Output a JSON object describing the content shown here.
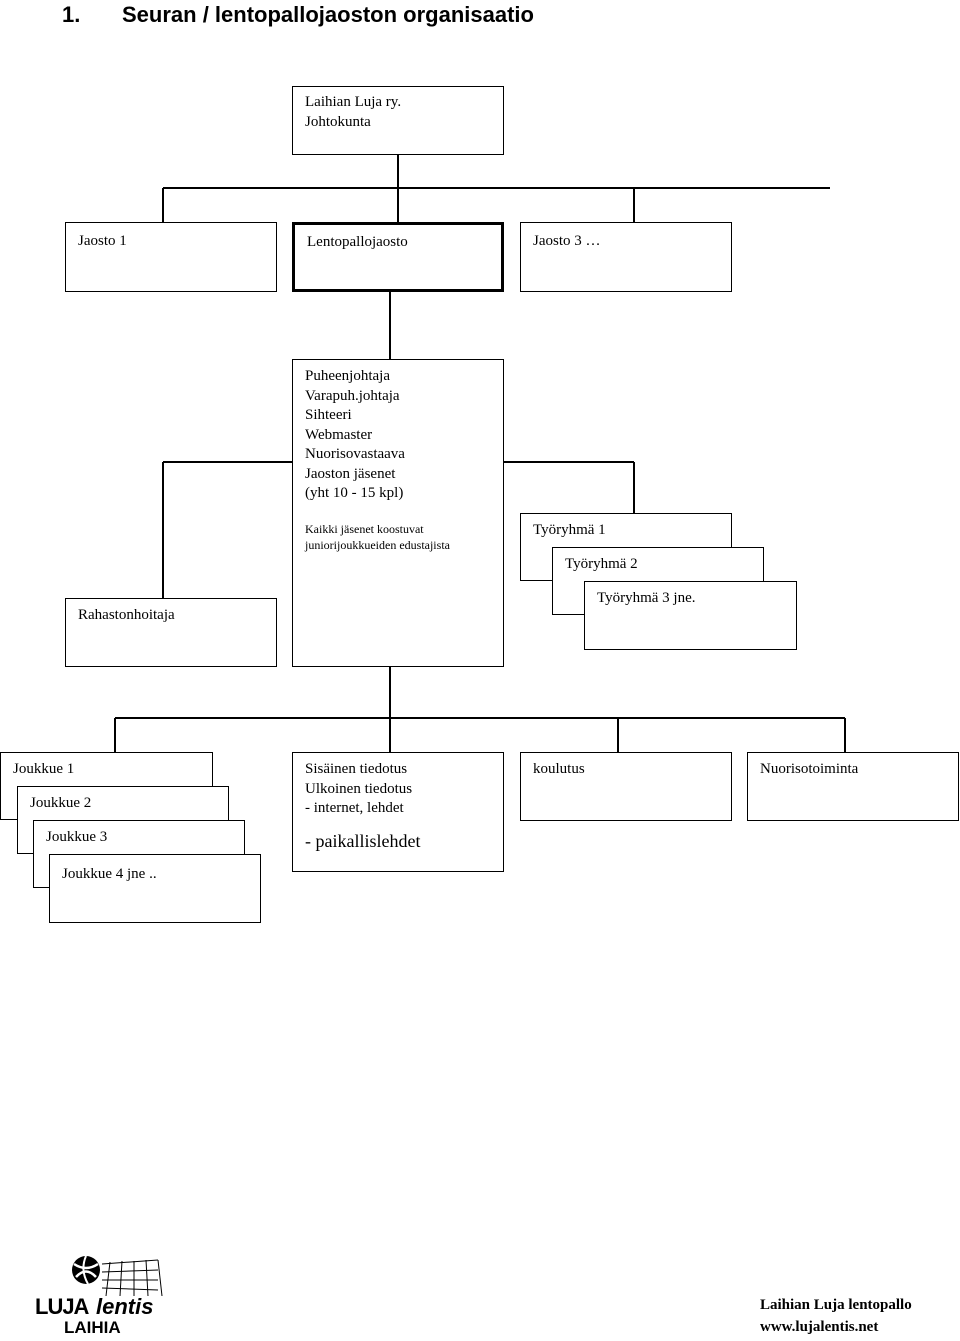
{
  "heading": {
    "number": "1.",
    "title": "Seuran / lentopallojaoston organisaatio"
  },
  "boxes": {
    "board": [
      "Laihian Luja ry.",
      "Johtokunta"
    ],
    "section1": [
      "Jaosto 1"
    ],
    "volleyball_section": [
      "Lentopallojaosto"
    ],
    "section3": [
      "Jaosto 3 …"
    ],
    "committee": {
      "members": [
        "Puheenjohtaja",
        "Varapuh.johtaja",
        "Sihteeri",
        "Webmaster",
        "Nuorisovastaava",
        "Jaoston jäsenet",
        "(yht 10 - 15 kpl)"
      ],
      "note": [
        "Kaikki jäsenet koostuvat",
        "juniorijoukkueiden edustajista"
      ]
    },
    "treasurer": [
      "Rahastonhoitaja"
    ],
    "workgroups": [
      "Työryhmä 1",
      "Työryhmä 2",
      "Työryhmä 3 jne."
    ],
    "teams": [
      "Joukkue 1",
      "Joukkue 2",
      "Joukkue 3",
      "Joukkue 4 jne .."
    ],
    "communication": {
      "lines": [
        "Sisäinen tiedotus",
        "Ulkoinen tiedotus",
        "- internet, lehdet"
      ],
      "local": "- paikallislehdet"
    },
    "training": [
      "koulutus"
    ],
    "youth": [
      "Nuorisotoiminta"
    ]
  },
  "logo": {
    "word1": "LUJA",
    "word2": "lentis",
    "word3": "LAIHIA",
    "icon": "volleyball-icon"
  },
  "footer": {
    "line1": "Laihian Luja lentopallo",
    "line2": "www.lujalentis.net"
  }
}
